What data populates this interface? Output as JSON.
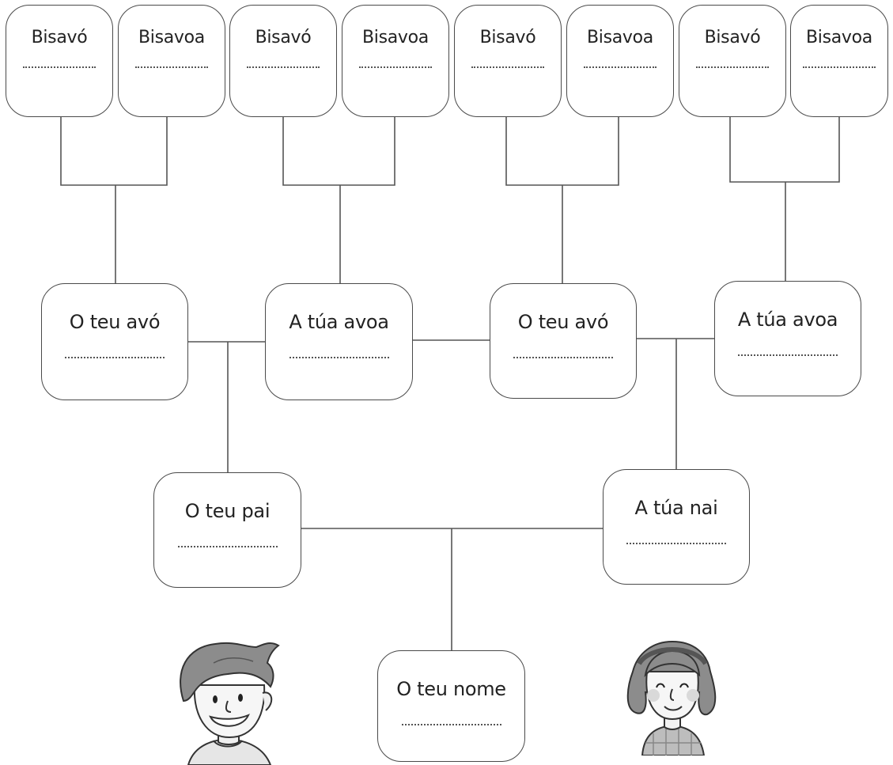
{
  "great_grandparents": [
    {
      "label": "Bisavó"
    },
    {
      "label": "Bisavoa"
    },
    {
      "label": "Bisavó"
    },
    {
      "label": "Bisavoa"
    },
    {
      "label": "Bisavó"
    },
    {
      "label": "Bisavoa"
    },
    {
      "label": "Bisavó"
    },
    {
      "label": "Bisavoa"
    }
  ],
  "grandparents": [
    {
      "label": "O teu avó"
    },
    {
      "label": "A túa avoa"
    },
    {
      "label": "O teu avó"
    },
    {
      "label": "A túa avoa"
    }
  ],
  "parents": [
    {
      "label": "O teu pai"
    },
    {
      "label": "A túa nai"
    }
  ],
  "you": {
    "label": "O teu nome"
  },
  "illustrations": [
    "boy-illustration",
    "girl-illustration"
  ]
}
